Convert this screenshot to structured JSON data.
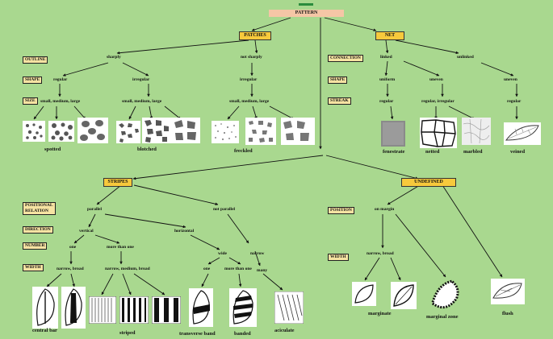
{
  "root": "PATTERN",
  "categories": {
    "patches": "PATCHES",
    "net": "NET",
    "stripes": "STRIPES",
    "undefined": "UNDEFINED"
  },
  "tags": {
    "outline": "OUTLINE",
    "shape": "SHAPE",
    "size": "SIZE",
    "connection": "CONNECTION",
    "net_shape": "SHAPE",
    "streak": "STREAK",
    "positional_relation": "POSITIONAL\nRELATION",
    "direction": "DIRECTION",
    "number": "NUMBER",
    "width": "WIDTH",
    "position": "POSITION",
    "undefined_width": "WIDTH"
  },
  "nodes": {
    "sharply": "sharply",
    "not_sharply": "not sharply",
    "regular": "regular",
    "irregular": "irregular",
    "irregular2": "irregular",
    "sml_1": "small, medium, large",
    "sml_2": "small, medium, large",
    "sml_3": "small, medium, large",
    "linked": "linked",
    "unlinked": "unlinked",
    "uniform": "uniform",
    "uneven": "uneven",
    "uneven2": "uneven",
    "regular_net": "regular",
    "reg_irreg": "regular, irregular",
    "regular_net2": "regular",
    "parallel": "parallel",
    "not_parallel": "not parallel",
    "vertical": "vertical",
    "horizontal": "horizontal",
    "one": "one",
    "more_than_one": "more than one",
    "narrow_broad": "narrow, broad",
    "nmb": "narrow, medium, broad",
    "wide": "wide",
    "one2": "one",
    "more_than_one2": "more than one",
    "narrow": "narrow",
    "many": "many",
    "on_margin": "on margin",
    "narrow_broad2": "narrow, broad"
  },
  "captions": {
    "spotted": "spotted",
    "blotched": "blotched",
    "freckled": "freckled",
    "fenestrate": "fenestrate",
    "netted": "netted",
    "marbled": "marbled",
    "veined": "veined",
    "central_bar": "central bar",
    "striped": "striped",
    "transverse_band": "transverse band",
    "banded": "banded",
    "aciculate": "aciculate",
    "marginate": "marginate",
    "marginal_zone": "marginal zone",
    "flush": "flush"
  }
}
